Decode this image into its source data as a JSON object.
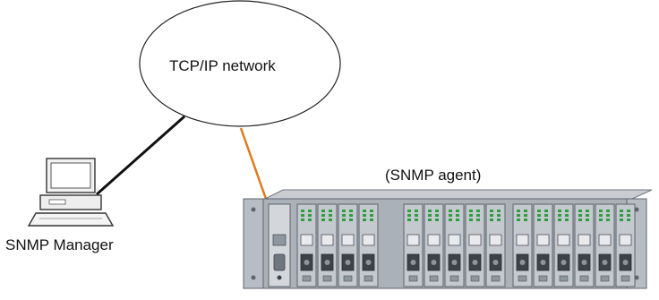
{
  "diagram": {
    "network_label": "TCP/IP network",
    "agent_label": "(SNMP agent)",
    "manager_label": "SNMP Manager"
  },
  "nodes": [
    {
      "id": "tcp-ip-network",
      "shape": "ellipse",
      "label_ref": "diagram.network_label"
    },
    {
      "id": "snmp-manager",
      "shape": "computer-icon",
      "label_ref": "diagram.manager_label"
    },
    {
      "id": "snmp-agent",
      "shape": "rack-chassis-icon",
      "label_ref": "diagram.agent_label"
    }
  ],
  "edges": [
    {
      "from": "snmp-manager",
      "to": "tcp-ip-network",
      "color": "#111111"
    },
    {
      "from": "snmp-agent",
      "to": "tcp-ip-network",
      "color": "#e07a1f"
    }
  ],
  "colors": {
    "network_link_manager": "#111111",
    "network_link_agent": "#e07a1f",
    "chassis_body": "#9aa3ad",
    "module_led": "#2e9e3e"
  },
  "icons": [
    "computer-icon",
    "rack-chassis-icon"
  ]
}
